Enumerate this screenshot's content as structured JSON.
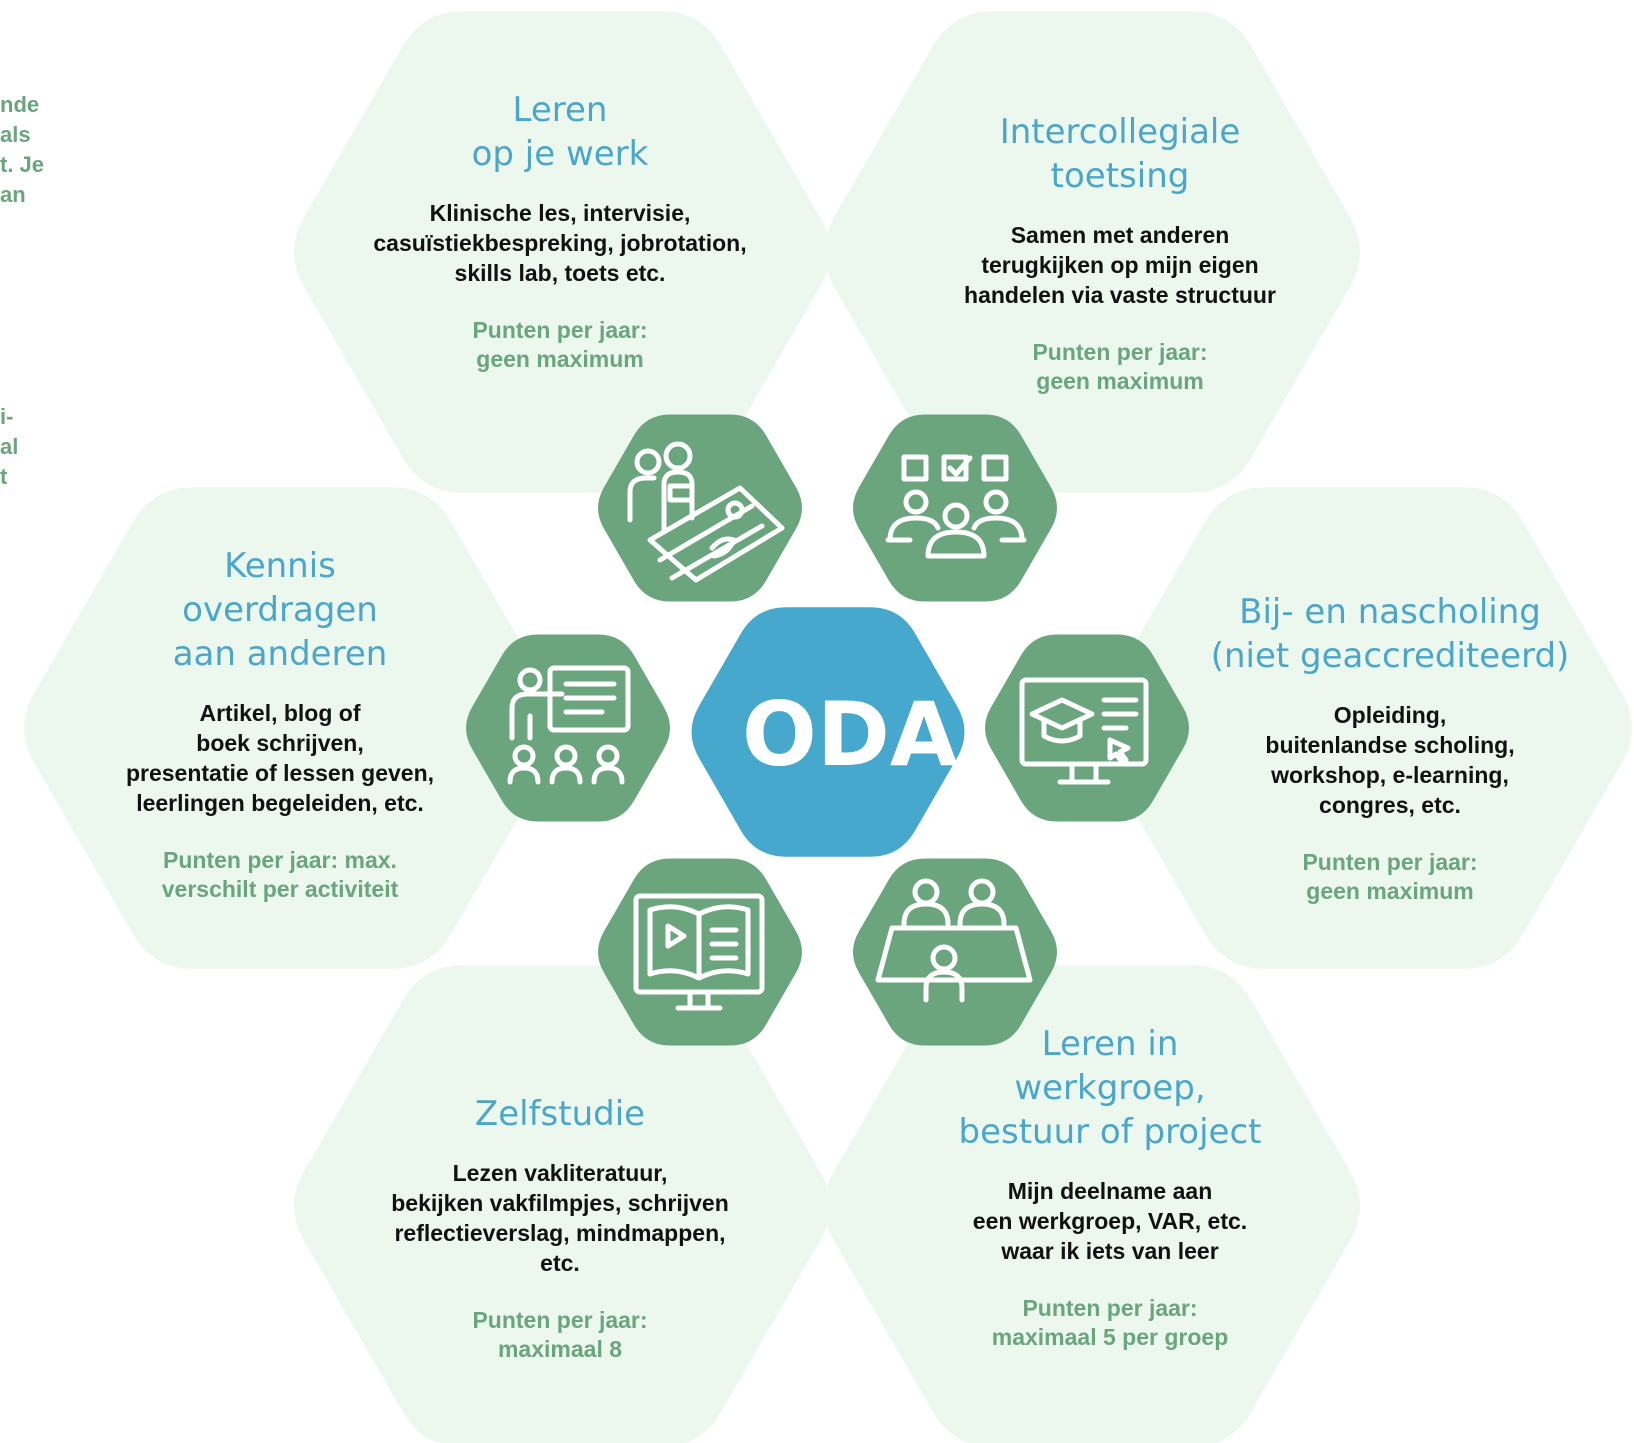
{
  "colors": {
    "hex_bg": "#ecf7ee",
    "icon_hex": "#6aa57d",
    "center_hex": "#46a8cc",
    "title": "#4ba6c9",
    "points": "#6aa57d",
    "text": "#111111"
  },
  "center": {
    "label": "ODA"
  },
  "side_fragments": {
    "top": [
      "nde",
      "als",
      "t. Je",
      "an"
    ],
    "middle": [
      "i-",
      "al",
      "t"
    ]
  },
  "segments": [
    {
      "title": [
        "Leren",
        "op je werk"
      ],
      "description": [
        "Klinische les, intervisie,",
        "casuïstiekbespreking, jobrotation,",
        "skills lab, toets etc."
      ],
      "points": [
        "Punten per jaar:",
        "geen maximum"
      ],
      "icon": "nurse-patient-bed-icon"
    },
    {
      "title": [
        "Intercollegiale",
        "toetsing"
      ],
      "description": [
        "Samen met anderen",
        "terugkijken op mijn eigen",
        "handelen via vaste structuur"
      ],
      "points": [
        "Punten per jaar:",
        "geen maximum"
      ],
      "icon": "peer-review-checklist-icon"
    },
    {
      "title": [
        "Kennis",
        "overdragen",
        "aan anderen"
      ],
      "description": [
        "Artikel, blog of",
        "boek schrijven,",
        "presentatie of lessen geven,",
        "leerlingen begeleiden, etc."
      ],
      "points": [
        "Punten per jaar: max.",
        "verschilt per activiteit"
      ],
      "icon": "presenter-audience-icon"
    },
    {
      "title": [
        "Bij- en nascholing",
        "(niet geaccrediteerd)"
      ],
      "description": [
        "Opleiding,",
        "buitenlandse scholing,",
        "workshop, e-learning,",
        "congres, etc."
      ],
      "points": [
        "Punten per jaar:",
        "geen maximum"
      ],
      "icon": "e-learning-monitor-icon"
    },
    {
      "title": [
        "Zelfstudie"
      ],
      "description": [
        "Lezen vakliteratuur,",
        "bekijken vakfilmpjes, schrijven",
        "reflectieverslag, mindmappen,",
        "etc."
      ],
      "points": [
        "Punten per jaar:",
        "maximaal 8"
      ],
      "icon": "book-video-screen-icon"
    },
    {
      "title": [
        "Leren in",
        "werkgroep,",
        "bestuur of project"
      ],
      "description": [
        "Mijn deelname aan",
        "een werkgroep, VAR, etc.",
        "waar ik iets van leer"
      ],
      "points": [
        "Punten per jaar:",
        "maximaal 5 per groep"
      ],
      "icon": "meeting-table-icon"
    }
  ]
}
